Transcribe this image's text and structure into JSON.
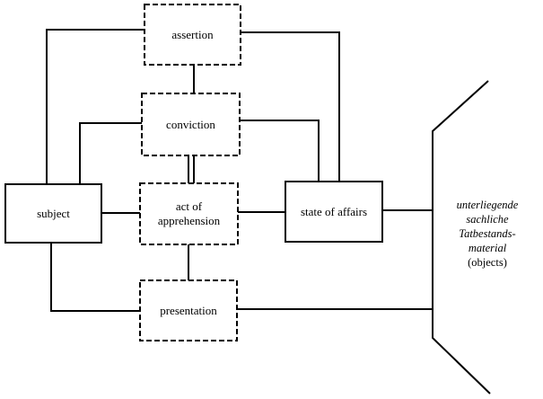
{
  "nodes": {
    "assertion": "assertion",
    "conviction": "conviction",
    "act_of_apprehension": "act of\napprehension",
    "subject": "subject",
    "state_of_affairs": "state of affairs",
    "presentation": "presentation"
  },
  "side_note": {
    "line1": "unterliegende",
    "line2": "sachliche",
    "line3": "Tatbestands-",
    "line4": "material",
    "line5": "(objects)"
  }
}
